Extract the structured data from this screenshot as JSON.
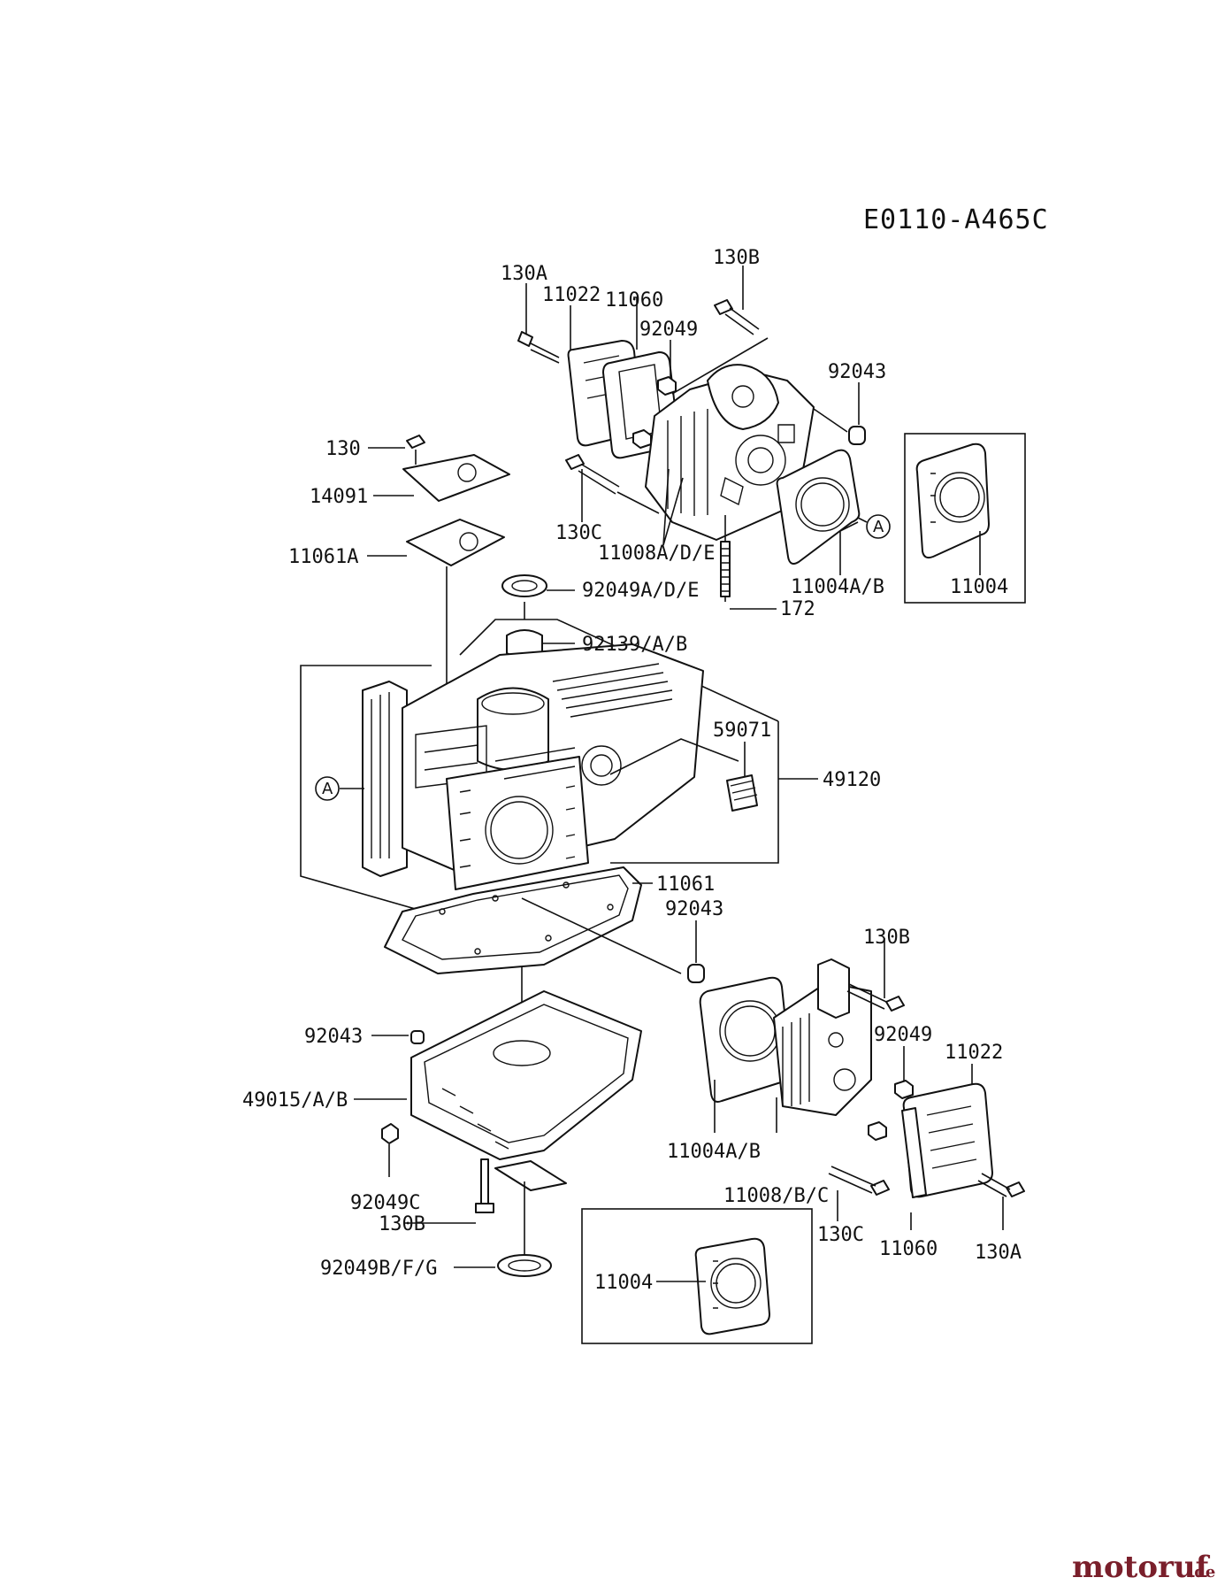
{
  "diagram": {
    "code": "E0110-A465C",
    "ref_marker": "A",
    "watermark": {
      "main": "motoruf",
      "suffix": ".de"
    },
    "labels": {
      "l130A_top": "130A",
      "l11022_top": "11022",
      "l11060_top": "11060",
      "l130B_top": "130B",
      "l92049_top": "92049",
      "l92043_top": "92043",
      "l130": "130",
      "l14091": "14091",
      "l130C_top": "130C",
      "l11008ADE": "11008A/D/E",
      "l11061A": "11061A",
      "l92049ADE": "92049A/D/E",
      "l11004AB_top": "11004A/B",
      "l11004_top": "11004",
      "l172": "172",
      "l92139AB": "92139/A/B",
      "l59071": "59071",
      "l49120": "49120",
      "l11061": "11061",
      "l92043_mid": "92043",
      "l130B_mid": "130B",
      "l92043_left": "92043",
      "l92049_mid": "92049",
      "l11022_mid": "11022",
      "l49015AB": "49015/A/B",
      "l11004AB_bot": "11004A/B",
      "l11008BC": "11008/B/C",
      "l92049C": "92049C",
      "l130B_left": "130B",
      "l130C_bot": "130C",
      "l11060_bot": "11060",
      "l130A_bot": "130A",
      "l92049BFG": "92049B/F/G",
      "l11004_bot": "11004"
    }
  }
}
